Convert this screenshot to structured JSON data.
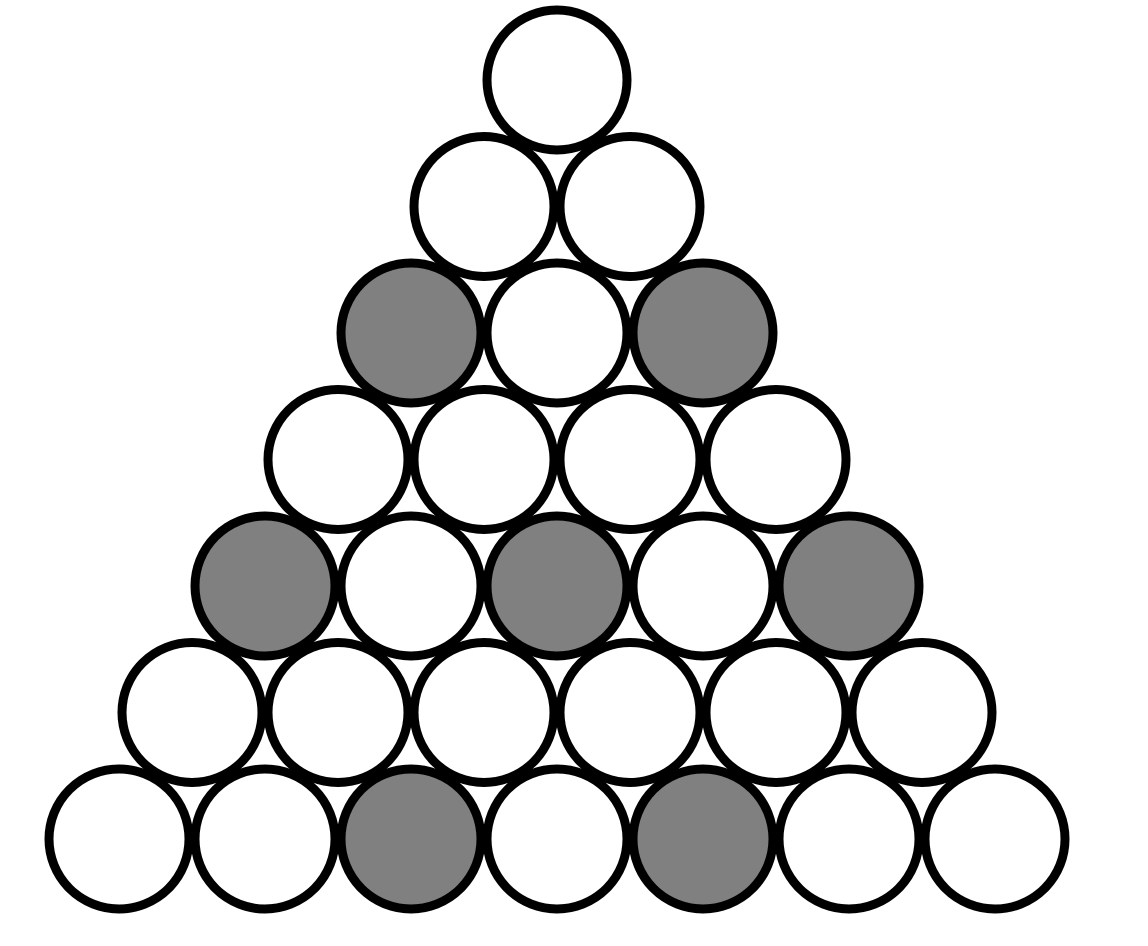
{
  "diagram": {
    "type": "triangular-circle-arrangement",
    "row_count": 7,
    "colors": {
      "shaded": "#808080",
      "unshaded": "#ffffff",
      "outline": "#000000"
    },
    "rows": [
      [
        "unshaded"
      ],
      [
        "unshaded",
        "unshaded"
      ],
      [
        "shaded",
        "unshaded",
        "shaded"
      ],
      [
        "unshaded",
        "unshaded",
        "unshaded",
        "unshaded"
      ],
      [
        "shaded",
        "unshaded",
        "shaded",
        "unshaded",
        "shaded"
      ],
      [
        "unshaded",
        "unshaded",
        "unshaded",
        "unshaded",
        "unshaded",
        "unshaded"
      ],
      [
        "unshaded",
        "unshaded",
        "shaded",
        "unshaded",
        "shaded",
        "unshaded",
        "unshaded"
      ]
    ]
  }
}
